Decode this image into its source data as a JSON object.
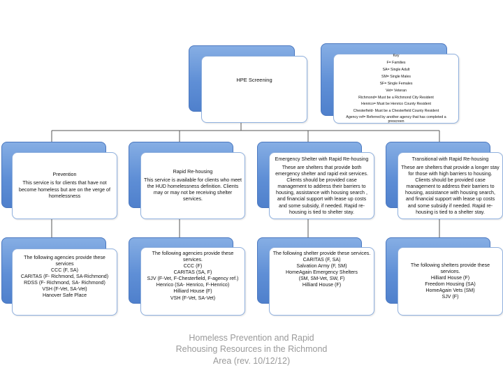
{
  "hpe": {
    "label": "HPE Screening"
  },
  "key": {
    "lines": [
      "Key",
      "F= Families",
      "SA= Single Adult",
      "SM= Single Males",
      "SF= Single Females",
      "Vet= Veteran",
      "Richmond= Must be a Richmond City Resident",
      "Henrico= Must be Henrico County Resident",
      "Chesterfield- Must be a Chesterfield County Resident",
      "Agency ref= Referred by another agency that has completed a prescreen"
    ]
  },
  "programs": [
    {
      "title": "Prevention",
      "description": "This service is for clients that have not become homeless but are on the verge of homelessness",
      "list": [
        "The following agencies provide these services",
        "CCC (F, SA)",
        "CARITAS (F- Richmond, SA-Richmond)",
        "RDSS (F- Richmond, SA- Richmond)",
        "VSH (F-Vet, SA-Vet)",
        "Hanover Safe Place"
      ]
    },
    {
      "title": "Rapid Re-housing",
      "description": "This service is available for clients who meet  the HUD homelessness definition. Clients may or may not be receiving shelter services.",
      "list": [
        "The following agencies provide these services.",
        "CCC (F)",
        "CARITAS (SA, F)",
        "SJV (F-Vet, F-Chesterfield, F-agency ref.)",
        "Henrico (SA- Henrico, F-Henrico)",
        "Hilliard House (F)",
        "VSH (F-Vet, SA-Vet)"
      ]
    },
    {
      "title": "Emergency Shelter with Rapid Re-housing",
      "description": "These are shelters that provide both emergency shelter and rapid exit services. Clients should be provided case management to address their barriers to housing, assistance with housing search , and financial support with lease up costs and some subsidy, if needed. Rapid re-housing is tied to shelter stay.",
      "list": [
        "The following shelter provide these services.",
        "CARITAS (F, SA)",
        "Salvation Army (F, SM)",
        "HomeAgain Emergency Shelters",
        "(SM, SM-Vet, SW, F)",
        "Hilliard House (F)"
      ]
    },
    {
      "title": "Transitional with Rapid Re-housing",
      "description": "These are shelters that provide a longer stay for those with high barriers to housing. Clients should be provided case management to address their barriers to housing, assistance with housing search, and financial support with lease up costs and some subsidy if needed. Rapid re-housing is tied to a shelter stay.",
      "list": [
        "The following shelters provide these services.",
        "Hilliard House (F)",
        "Freedom Housing (SA)",
        "HomeAgain Vets (SM)",
        "SJV (F)"
      ]
    }
  ],
  "footer": {
    "lines": [
      "Homeless Prevention and Rapid",
      "Rehousing Resources in the Richmond",
      "Area (rev. 10/12/12)"
    ]
  }
}
